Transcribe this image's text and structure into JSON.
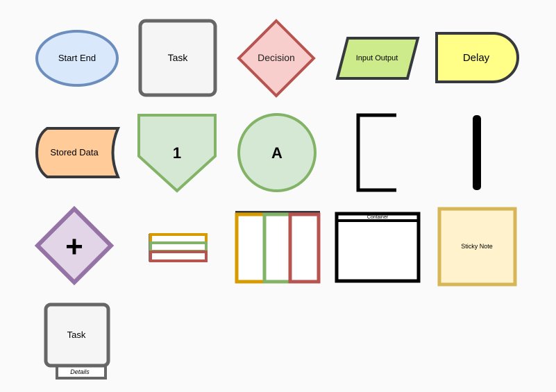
{
  "shapes": {
    "start_end": "Start End",
    "task": "Task",
    "decision": "Decision",
    "input_output": "Input Output",
    "delay": "Delay",
    "stored_data": "Stored Data",
    "off_page": "1",
    "connector": "A",
    "plus": "+",
    "container": "Container",
    "sticky_note": "Sticky Note",
    "task2": "Task",
    "details": "Details"
  },
  "colors": {
    "blue_fill": "#dae8fc",
    "blue_stroke": "#6c8ebf",
    "gray_fill": "#f5f5f5",
    "gray_stroke": "#666666",
    "red_fill": "#f8cecc",
    "red_stroke": "#b85450",
    "lime_fill": "#cdeb8b",
    "dark_stroke": "#36393d",
    "yellow_fill": "#ffff88",
    "orange_fill": "#ffcc99",
    "green_fill": "#d5e8d4",
    "green_stroke": "#82b366",
    "purple_fill": "#e1d5e7",
    "purple_stroke": "#9673a6",
    "lane_orange": "#d79b00",
    "note_fill": "#fff2cc",
    "note_stroke": "#d6b656"
  }
}
